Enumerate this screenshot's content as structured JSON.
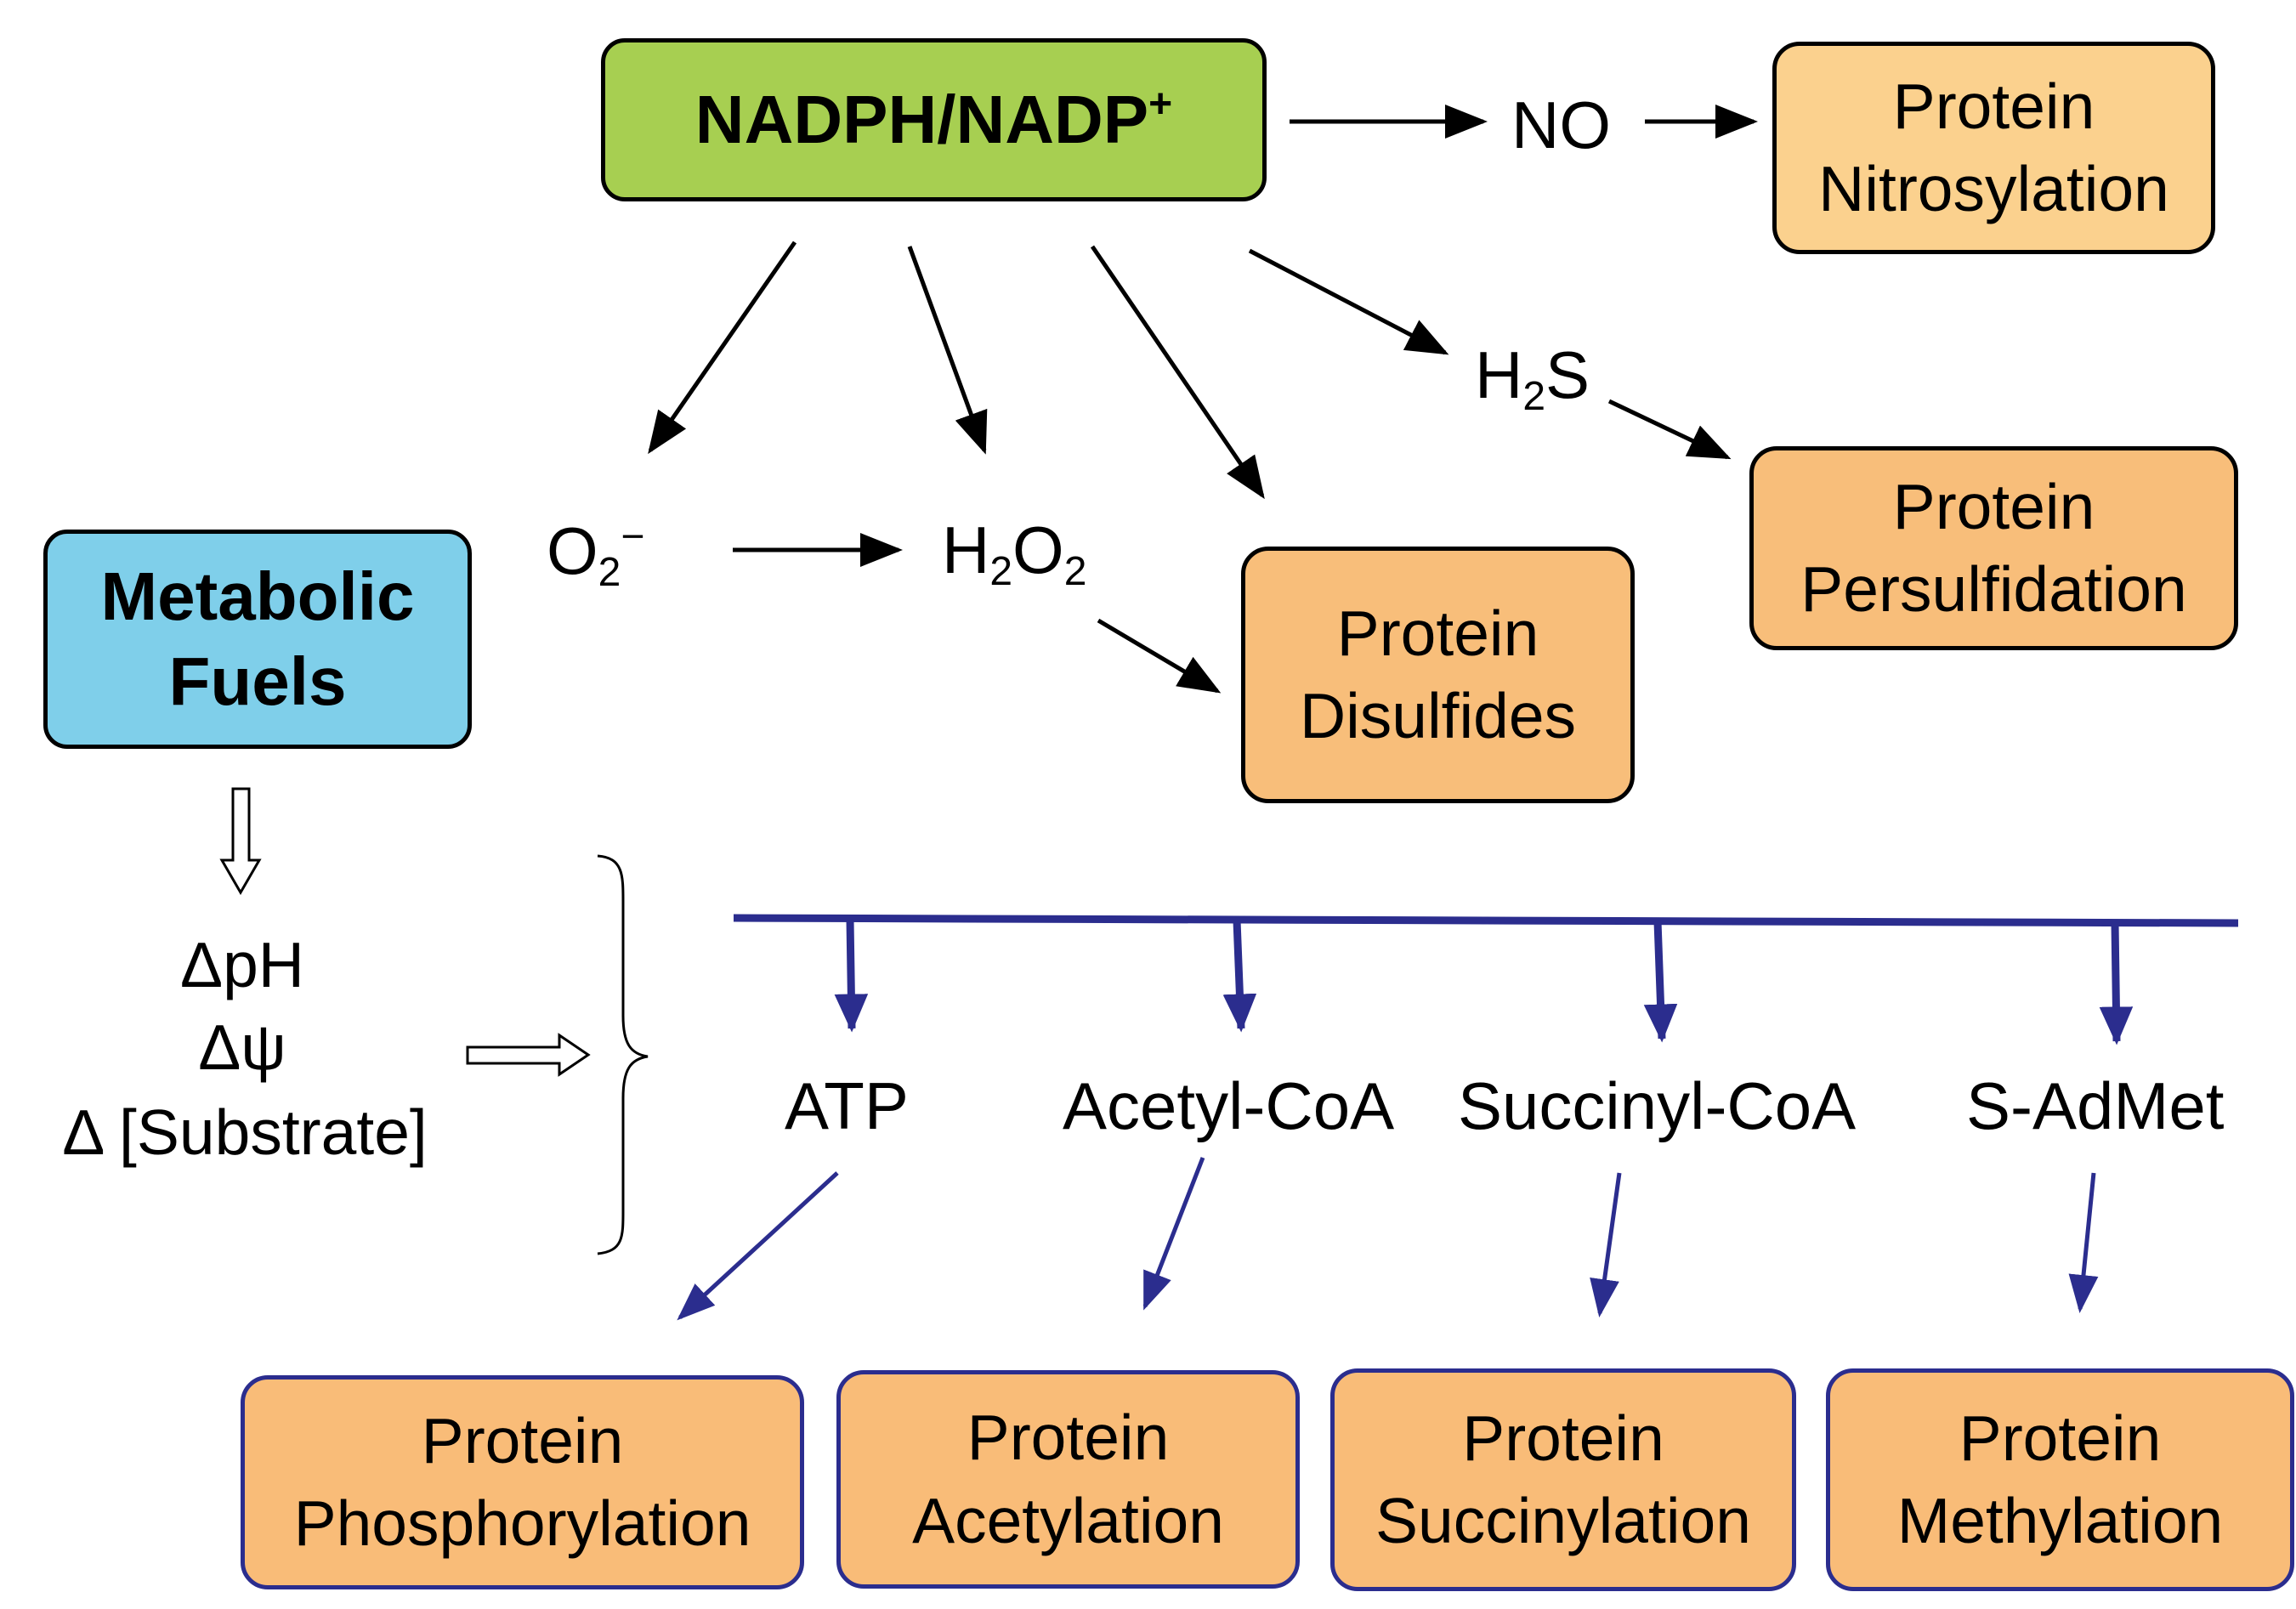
{
  "nodes": {
    "nadph": {
      "text": "NADPH/NADP",
      "sup": "+"
    },
    "metabolic_fuels": {
      "line1": "Metabolic",
      "line2": "Fuels"
    },
    "nitrosylation": {
      "line1": "Protein",
      "line2": "Nitrosylation"
    },
    "persulfidation": {
      "line1": "Protein",
      "line2": "Persulfidation"
    },
    "disulfides": {
      "line1": "Protein",
      "line2": "Disulfides"
    },
    "phosphorylation": {
      "line1": "Protein",
      "line2": "Phosphorylation"
    },
    "acetylation": {
      "line1": "Protein",
      "line2": "Acetylation"
    },
    "succinylation": {
      "line1": "Protein",
      "line2": "Succinylation"
    },
    "methylation": {
      "line1": "Protein",
      "line2": "Methylation"
    }
  },
  "species": {
    "no": "NO",
    "h2s": {
      "a": "H",
      "sub": "2",
      "b": "S"
    },
    "superoxide": {
      "a": "O",
      "sub": "2",
      "sup": "−"
    },
    "h2o2": {
      "a": "H",
      "sub1": "2",
      "b": "O",
      "sub2": "2"
    },
    "atp": "ATP",
    "acetyl_coa": "Acetyl-CoA",
    "succinyl_coa": "Succinyl-CoA",
    "s_admet": "S-AdMet"
  },
  "gradients": {
    "ph": "ΔpH",
    "psi": "Δψ",
    "substrate": "Δ [Substrate]"
  },
  "colors": {
    "nadph_fill": "#a7cf51",
    "fuels_fill": "#7fcfea",
    "protein_fill": "#f9bc78",
    "metabolite_arrow": "#2b2d8e",
    "redox_arrow": "#000000"
  }
}
